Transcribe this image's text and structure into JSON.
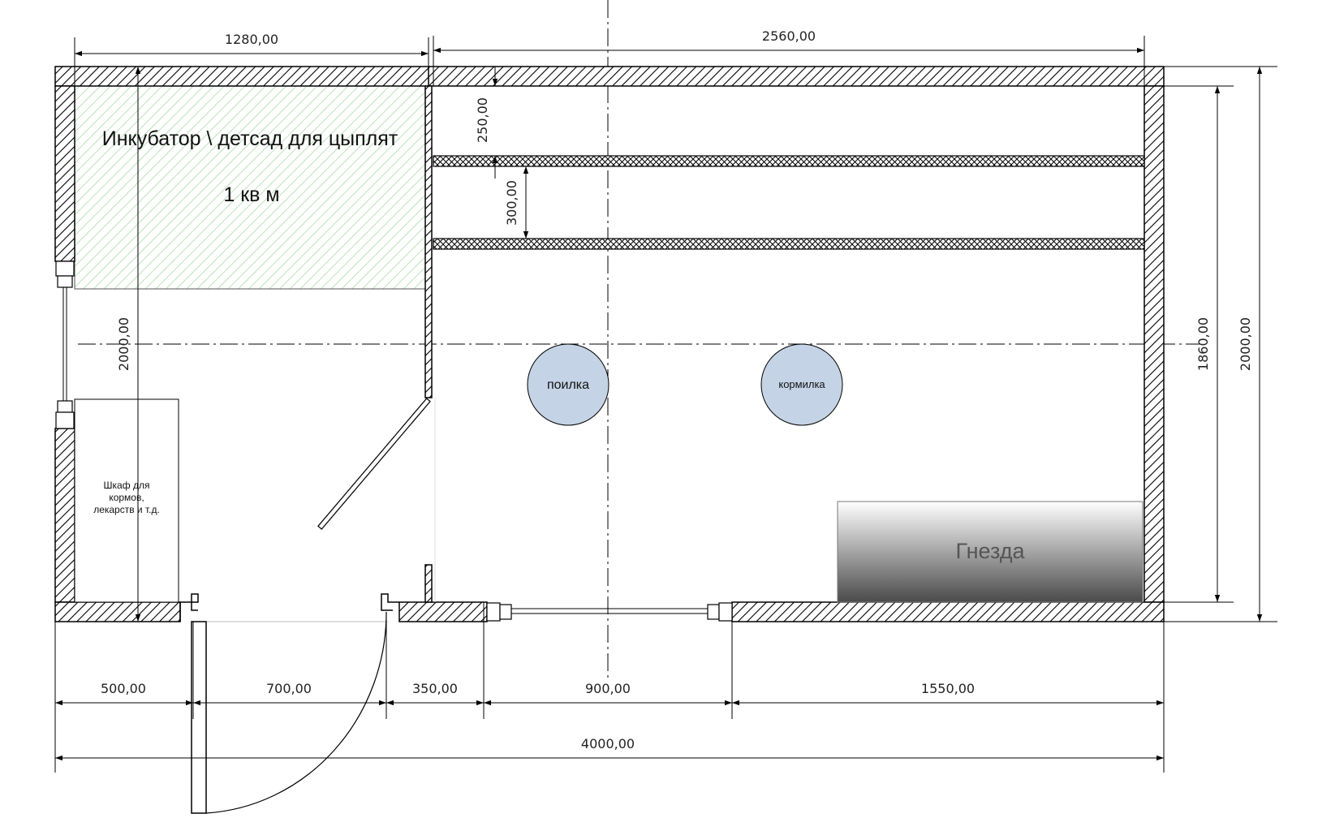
{
  "rooms": {
    "incubator_title": "Инкубатор \\ детсад для цыплят",
    "incubator_area": "1 кв м",
    "cabinet_label_line1": "Шкаф для",
    "cabinet_label_line2": "кормов,",
    "cabinet_label_line3": "лекарств и т.д.",
    "drinker_label": "поилка",
    "feeder_label": "кормилка",
    "nests_label": "Гнезда"
  },
  "dimensions": {
    "top_left_width": "1280,00",
    "top_right_width": "2560,00",
    "perch_gap_top": "250,00",
    "perch_gap_between": "300,00",
    "left_height": "2000,00",
    "inner_height": "1860,00",
    "outer_height": "2000,00",
    "bottom_seg_1": "500,00",
    "bottom_seg_2": "700,00",
    "bottom_seg_3": "350,00",
    "bottom_seg_4": "900,00",
    "bottom_seg_5": "1550,00",
    "total_width": "4000,00"
  },
  "colors": {
    "incubator_hatch": "#8fcf8f",
    "circle_fill": "#c5d3e6",
    "nest_gradient_top": "#ffffff",
    "nest_gradient_bottom": "#4a4a4a"
  }
}
